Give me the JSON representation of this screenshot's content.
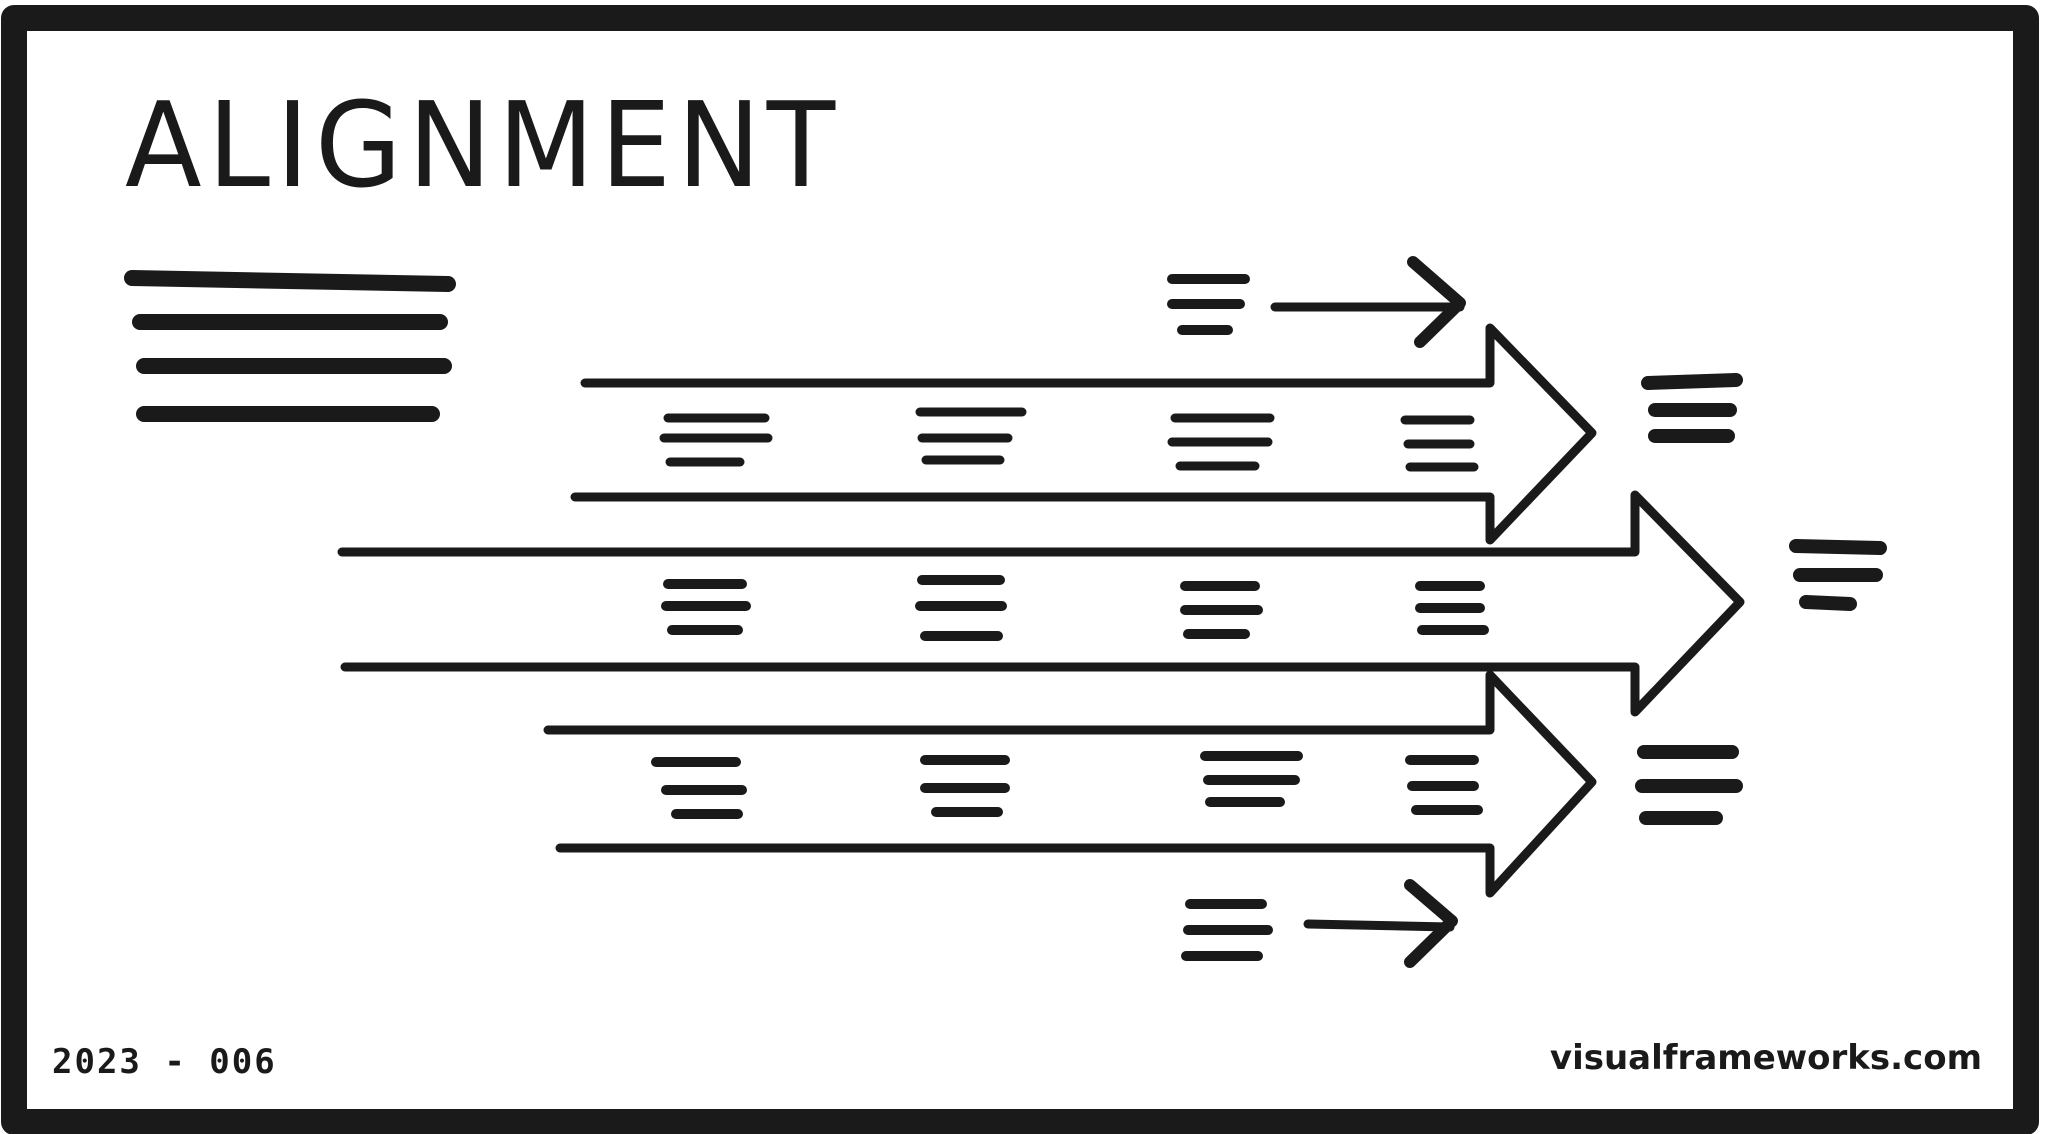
{
  "diagram": {
    "title": "ALIGNMENT",
    "code": "2023 - 006",
    "credit": "visualframeworks.com",
    "colors": {
      "ink": "#1a1a1a",
      "paper": "#ffffff"
    },
    "description_lines": 4,
    "arrows": [
      {
        "id": "arrow-top",
        "type": "large-arrow",
        "text_blocks": 4,
        "target_block": true
      },
      {
        "id": "arrow-middle",
        "type": "large-arrow",
        "text_blocks": 4,
        "target_block": true
      },
      {
        "id": "arrow-bottom",
        "type": "large-arrow",
        "text_blocks": 4,
        "target_block": true
      },
      {
        "id": "small-arrow-top",
        "type": "small-arrow",
        "text_blocks": 1
      },
      {
        "id": "small-arrow-bottom",
        "type": "small-arrow",
        "text_blocks": 1
      }
    ]
  }
}
